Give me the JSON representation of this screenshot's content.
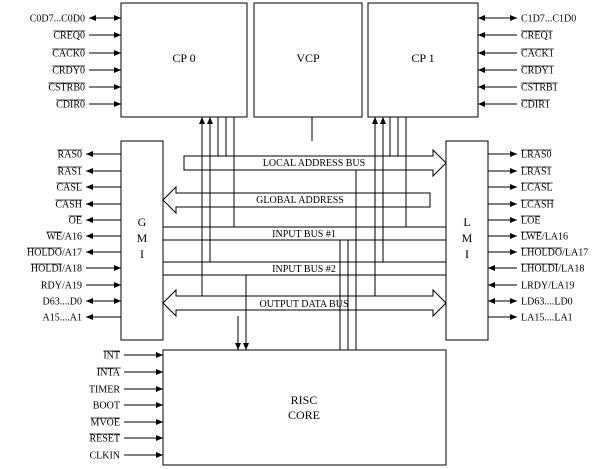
{
  "blocks": {
    "cp0": "CP 0",
    "vcp": "VCP",
    "cp1": "CP 1",
    "gmi": [
      "G",
      "M",
      "I"
    ],
    "lmi": [
      "L",
      "M",
      "I"
    ],
    "risc": [
      "RISC",
      "CORE"
    ]
  },
  "buses": {
    "local_address": "LOCAL ADDRESS BUS",
    "global_address": "GLOBAL ADDRESS",
    "input1": "INPUT BUS #1",
    "input2": "INPUT BUS #2",
    "output_data": "OUTPUT DATA BUS"
  },
  "signals": {
    "cp0": [
      {
        "text": "C0D7...C0D0",
        "over": ""
      },
      {
        "text": "CREQ0",
        "over": "all"
      },
      {
        "text": "CACK0",
        "over": "all"
      },
      {
        "text": "CRDY0",
        "over": "all"
      },
      {
        "text": "CSTRB0",
        "over": "all"
      },
      {
        "text": "CDIR0",
        "over": "all"
      }
    ],
    "cp1": [
      {
        "text": "C1D7...C1D0",
        "over": ""
      },
      {
        "text": "CREQ1",
        "over": "all"
      },
      {
        "text": "CACK1",
        "over": "all"
      },
      {
        "text": "CRDY1",
        "over": "all"
      },
      {
        "text": "CSTRB1",
        "over": "all"
      },
      {
        "text": "CDIR1",
        "over": "all"
      }
    ],
    "gmi": [
      {
        "text": "RAS0",
        "over": "all"
      },
      {
        "text": "RAS1",
        "over": "all"
      },
      {
        "text": "CASL",
        "over": "all"
      },
      {
        "text": "CASH",
        "over": "all"
      },
      {
        "text": "OE",
        "over": "all"
      },
      {
        "text": "WE/A16",
        "over": "first"
      },
      {
        "text": "HOLDO/A17",
        "over": "first"
      },
      {
        "text": "HOLDI/A18",
        "over": "first"
      },
      {
        "text": "RDY/A19",
        "over": ""
      },
      {
        "text": "D63....D0",
        "over": ""
      },
      {
        "text": "A15....A1",
        "over": ""
      }
    ],
    "lmi": [
      {
        "text": "LRAS0",
        "over": "all"
      },
      {
        "text": "LRAS1",
        "over": "all"
      },
      {
        "text": "LCASL",
        "over": "all"
      },
      {
        "text": "LCASH",
        "over": "all"
      },
      {
        "text": "LOE",
        "over": "all"
      },
      {
        "text": "LWE/LA16",
        "over": "first"
      },
      {
        "text": "LHOLDO/LA17",
        "over": "first"
      },
      {
        "text": "LHOLDI/LA18",
        "over": "first"
      },
      {
        "text": "LRDY/LA19",
        "over": ""
      },
      {
        "text": "LD63....LD0",
        "over": ""
      },
      {
        "text": "LA15....LA1",
        "over": ""
      }
    ],
    "risc": [
      {
        "text": "INT",
        "over": "all"
      },
      {
        "text": "INTA",
        "over": "all"
      },
      {
        "text": "TIMER",
        "over": ""
      },
      {
        "text": "BOOT",
        "over": ""
      },
      {
        "text": "MVOE",
        "over": "all"
      },
      {
        "text": "RESET",
        "over": "all"
      },
      {
        "text": "CLKIN",
        "over": ""
      }
    ]
  }
}
